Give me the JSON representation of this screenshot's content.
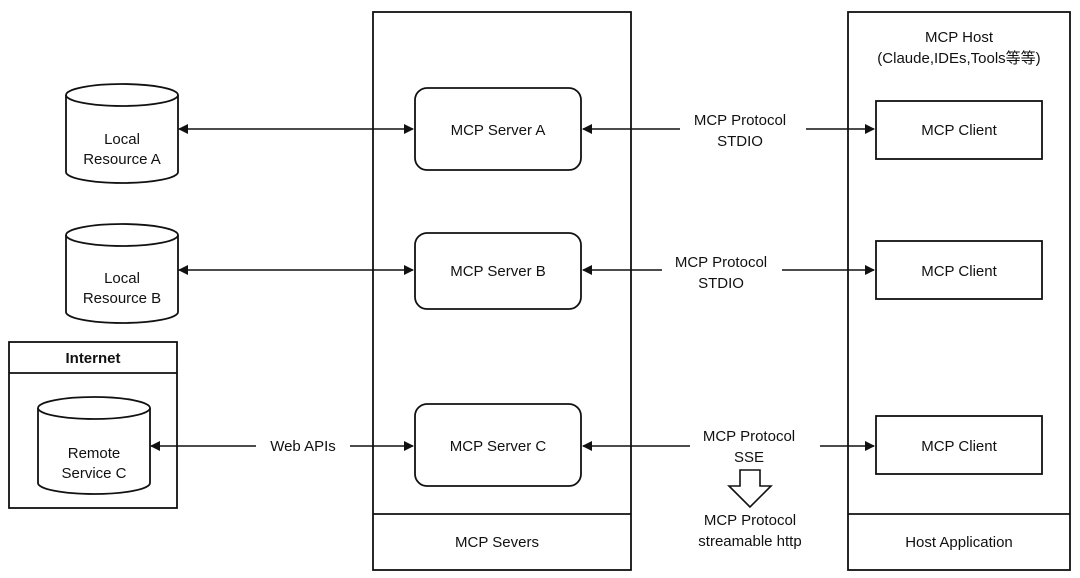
{
  "resources": {
    "local_a": [
      "Local",
      "Resource A"
    ],
    "local_b": [
      "Local",
      "Resource B"
    ],
    "remote_c": [
      "Remote",
      "Service C"
    ]
  },
  "internet": {
    "title": "Internet"
  },
  "servers_panel": {
    "footer": "MCP Severs",
    "servers": [
      "MCP Server A",
      "MCP Server B",
      "MCP Server C"
    ]
  },
  "host_panel": {
    "title": [
      "MCP Host",
      "(Claude,IDEs,Tools等等)"
    ],
    "footer": "Host Application",
    "clients": [
      "MCP Client",
      "MCP Client",
      "MCP Client"
    ]
  },
  "connections": {
    "web_apis": "Web APIs",
    "protocol_a": [
      "MCP Protocol",
      "STDIO"
    ],
    "protocol_b": [
      "MCP Protocol",
      "STDIO"
    ],
    "protocol_c": [
      "MCP Protocol",
      "SSE"
    ],
    "protocol_next": [
      "MCP Protocol",
      "streamable http"
    ]
  }
}
